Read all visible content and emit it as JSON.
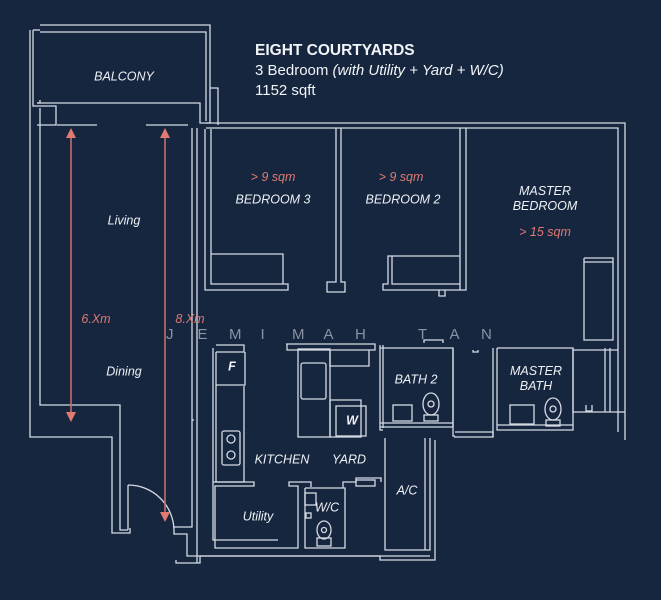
{
  "header": {
    "project": "EIGHT COURTYARDS",
    "unit_type": "3 Bedroom",
    "unit_extras": "(with Utility + Yard + W/C)",
    "size": "1152 sqft"
  },
  "rooms": {
    "balcony": "BALCONY",
    "living": "Living",
    "dining": "Dining",
    "bedroom3": "BEDROOM 3",
    "bedroom2": "BEDROOM 2",
    "master_bedroom_line1": "MASTER",
    "master_bedroom_line2": "BEDROOM",
    "bath2": "BATH 2",
    "master_bath_line1": "MASTER",
    "master_bath_line2": "BATH",
    "kitchen": "KITCHEN",
    "yard": "YARD",
    "ac": "A/C",
    "utility": "Utility",
    "wc": "W/C",
    "fridge": "F",
    "washer": "W"
  },
  "areas": {
    "bedroom3": "> 9 sqm",
    "bedroom2": "> 9 sqm",
    "master_bedroom": "> 15 sqm"
  },
  "dimensions": {
    "living_dining_left": "6.Xm",
    "living_dining_right": "8.Xm"
  },
  "watermark": [
    "J",
    "E",
    "M",
    "I",
    "M",
    "A",
    "H",
    "",
    "T",
    "A",
    "N"
  ],
  "colors": {
    "background": "#16263f",
    "walls": "#d6dbe3",
    "accent": "#e07a72"
  }
}
